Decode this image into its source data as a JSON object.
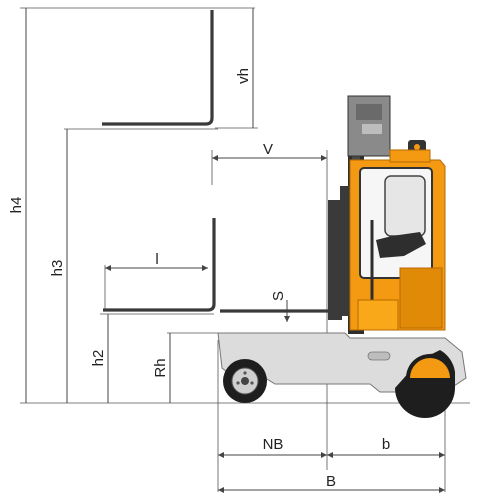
{
  "diagram": {
    "labels": {
      "vh": "vh",
      "V": "V",
      "h4": "h4",
      "h3": "h3",
      "l": "l",
      "S": "S",
      "h2": "h2",
      "Rh": "Rh",
      "NB": "NB",
      "b": "b",
      "B": "B"
    },
    "colors": {
      "line": "#444444",
      "fork": "#3a3a3a",
      "body_orange": "#f39a12",
      "body_orange_dark": "#d27a00",
      "chassis_grey": "#d9d9d9",
      "mast_dark": "#2e2e2e",
      "tire": "#1e1e1e"
    }
  }
}
